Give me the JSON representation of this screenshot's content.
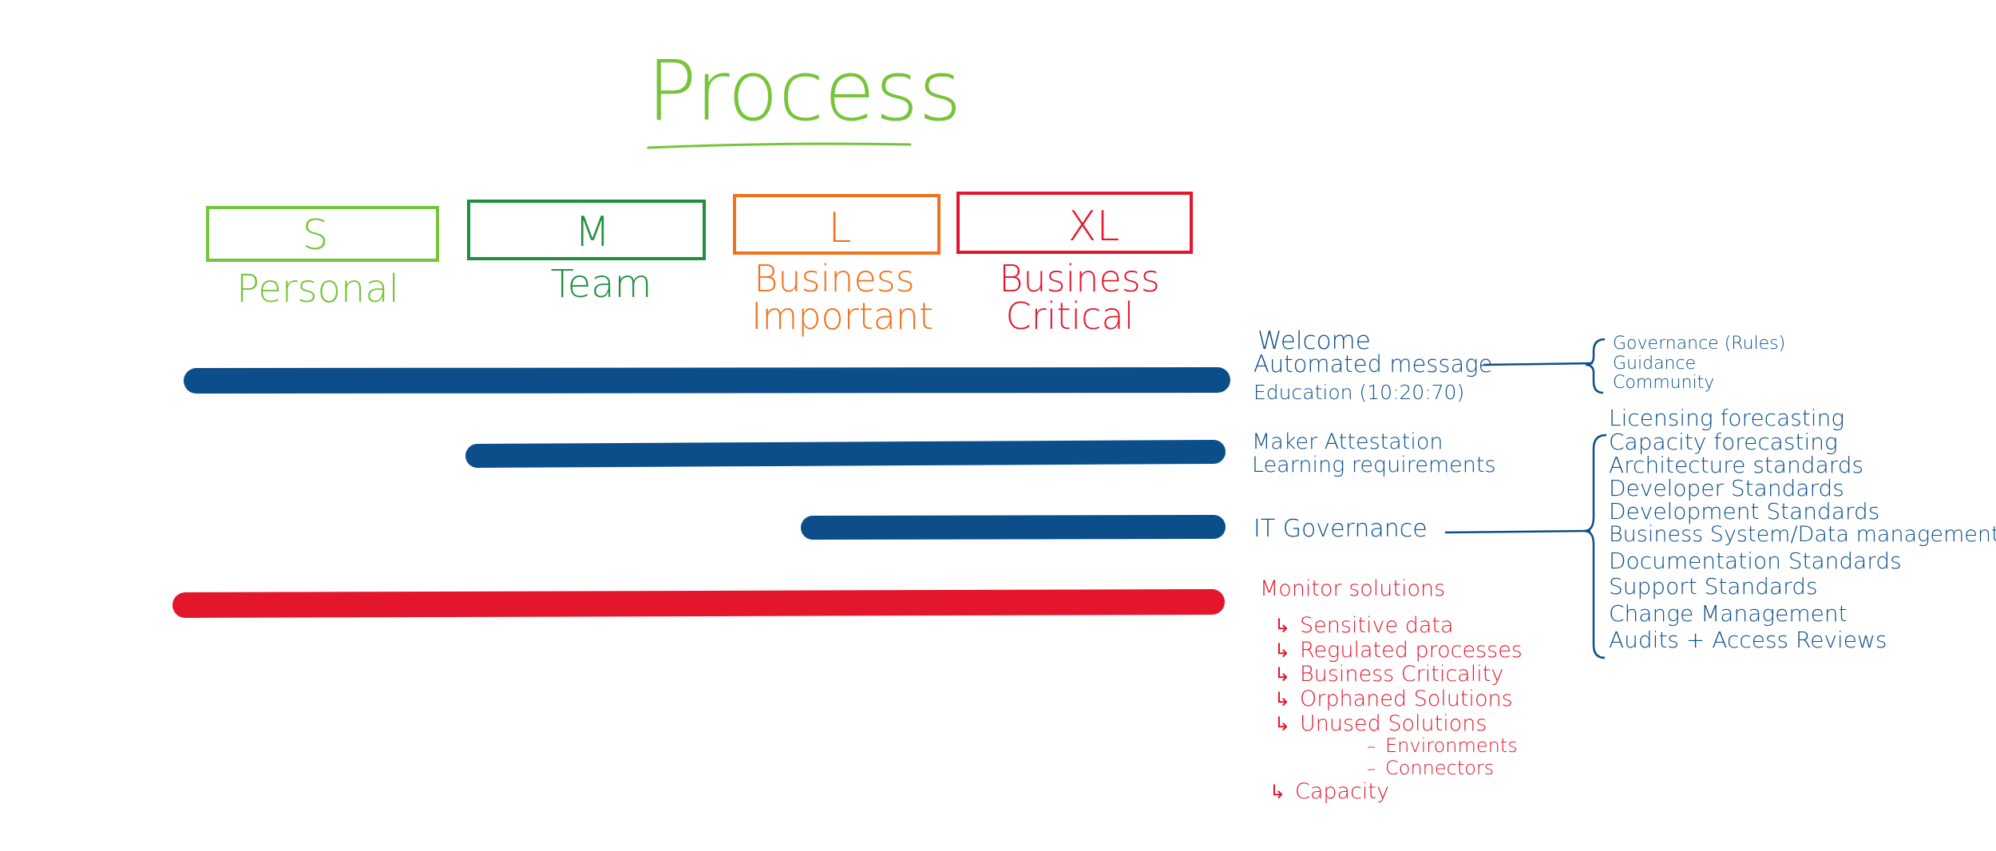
{
  "title": "Process",
  "colors": {
    "light_green": "#77c43a",
    "dark_green": "#1e8f3e",
    "orange": "#f2711c",
    "red": "#e3162b",
    "blue": "#0b4e8a"
  },
  "sizes": [
    {
      "code": "S",
      "label_lines": [
        "Personal"
      ]
    },
    {
      "code": "M",
      "label_lines": [
        "Team"
      ]
    },
    {
      "code": "L",
      "label_lines": [
        "Business",
        "Important"
      ]
    },
    {
      "code": "XL",
      "label_lines": [
        "Business",
        "Critical"
      ]
    }
  ],
  "rows": [
    {
      "name": "welcome",
      "color": "blue",
      "applies_to": [
        "S",
        "M",
        "L",
        "XL"
      ],
      "notes": [
        "Welcome",
        "Automated message",
        "Education (10:20:70)"
      ],
      "detail": [
        "Governance (Rules)",
        "Guidance",
        "Community"
      ]
    },
    {
      "name": "maker",
      "color": "blue",
      "applies_to": [
        "M",
        "L",
        "XL"
      ],
      "notes": [
        "Maker Attestation",
        "Learning requirements"
      ]
    },
    {
      "name": "it-governance",
      "color": "blue",
      "applies_to": [
        "L",
        "XL"
      ],
      "notes": [
        "IT Governance"
      ],
      "detail": [
        "Licensing forecasting",
        "Capacity forecasting",
        "Architecture standards",
        "Developer Standards",
        "Development Standards",
        "Business System/Data management",
        "Documentation Standards",
        "Support Standards",
        "Change Management",
        "Audits + Access Reviews"
      ]
    },
    {
      "name": "monitor",
      "color": "red",
      "applies_to": [
        "S",
        "M",
        "L",
        "XL"
      ],
      "notes": [
        "Monitor solutions"
      ],
      "sub_items": [
        "Sensitive data",
        "Regulated processes",
        "Business Criticality",
        "Orphaned Solutions",
        "Unused Solutions",
        "Capacity"
      ],
      "sub_sub_items": [
        "Environments",
        "Connectors"
      ]
    }
  ]
}
